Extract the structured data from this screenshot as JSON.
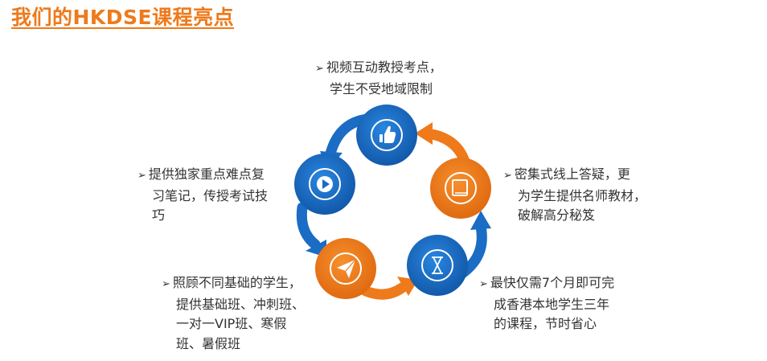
{
  "title": "我们的HKDSE课程亮点",
  "colors": {
    "orange": "#ee7a1b",
    "blue": "#1a6cc4",
    "text": "#333333"
  },
  "bullet_glyph": "➢",
  "features": [
    {
      "icon": "thumbs-up-icon",
      "color": "blue",
      "lines": [
        "视频互动教授考点，",
        "学生不受地域限制"
      ]
    },
    {
      "icon": "book-icon",
      "color": "orange",
      "lines": [
        "密集式线上答疑，更",
        "为学生提供名师教材，",
        "破解高分秘笈"
      ]
    },
    {
      "icon": "hourglass-icon",
      "color": "blue",
      "lines": [
        "最快仅需7个月即可完",
        "成香港本地学生三年",
        "的课程，节时省心"
      ]
    },
    {
      "icon": "paper-plane-icon",
      "color": "orange",
      "lines": [
        "照顾不同基础的学生，",
        "提供基础班、冲刺班、",
        "一对一VIP班、寒假",
        "班、暑假班"
      ]
    },
    {
      "icon": "play-icon",
      "color": "blue",
      "lines": [
        "提供独家重点难点复",
        "习笔记，传授考试技",
        "巧"
      ]
    }
  ]
}
